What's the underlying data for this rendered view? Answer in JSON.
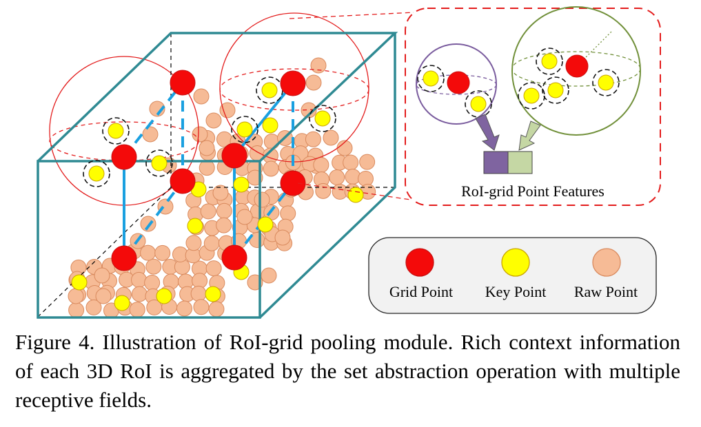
{
  "figure": {
    "inset_label": "RoI-grid Point Features",
    "legend": {
      "grid_point": "Grid Point",
      "key_point": "Key Point",
      "raw_point": "Raw Point"
    },
    "colors": {
      "grid_point": "#f40a0a",
      "key_point": "#ffff00",
      "raw_point": "#f6bb96",
      "box_edge": "#2f8a93",
      "grid_link": "#1aa0e0",
      "sphere_red": "#e31b1b",
      "sphere_purple": "#7a5c9e",
      "sphere_green": "#71903a",
      "feature_purple": "#7f64a0",
      "feature_green": "#c5d7a4",
      "legend_bg": "#f2f2f2"
    }
  },
  "caption": "Figure 4. Illustration of RoI-grid pooling module.  Rich context information of each 3D RoI is aggregated by the set abstraction operation with multiple receptive fields."
}
